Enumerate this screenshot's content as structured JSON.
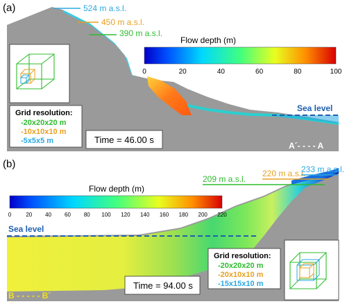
{
  "panel_a": {
    "label": "(a)",
    "elevations": {
      "top": "524 m a.s.l.",
      "mid": "450 m a.s.l.",
      "low": "390 m a.s.l."
    },
    "colorbar": {
      "title": "Flow depth (m)",
      "ticks": [
        "0",
        "20",
        "40",
        "60",
        "80",
        "100"
      ]
    },
    "sea_level": "Sea level",
    "time": "Time = 46.00 s",
    "section": "A´- - - - A",
    "grid": {
      "title": "Grid resolution:",
      "rows": [
        "-20x20x20  m",
        "-10x10x10 m",
        "-5x5x5 m"
      ]
    }
  },
  "panel_b": {
    "label": "(b)",
    "elevations": {
      "low": "209 m a.s.l.",
      "mid": "220 m a.s.l.",
      "top": "233 m a.s.l."
    },
    "colorbar": {
      "title": "Flow depth (m)",
      "ticks": [
        "0",
        "20",
        "40",
        "60",
        "80",
        "100",
        "120",
        "140",
        "160",
        "180",
        "200",
        "220"
      ]
    },
    "sea_level": "Sea level",
    "time": "Time = 94.00 s",
    "section": "B - - - - - B´",
    "grid": {
      "title": "Grid resolution:",
      "rows": [
        "-20x20x20  m",
        "-20x10x10 m",
        "-15x15x10 m"
      ]
    }
  },
  "colors": {
    "terrain": "#9a9a9a",
    "green": "#2ebd2e",
    "orange": "#e8a020",
    "blue": "#2aa8e0",
    "sea": "#1f5fb0",
    "yellow_label": "#f2e21a"
  }
}
